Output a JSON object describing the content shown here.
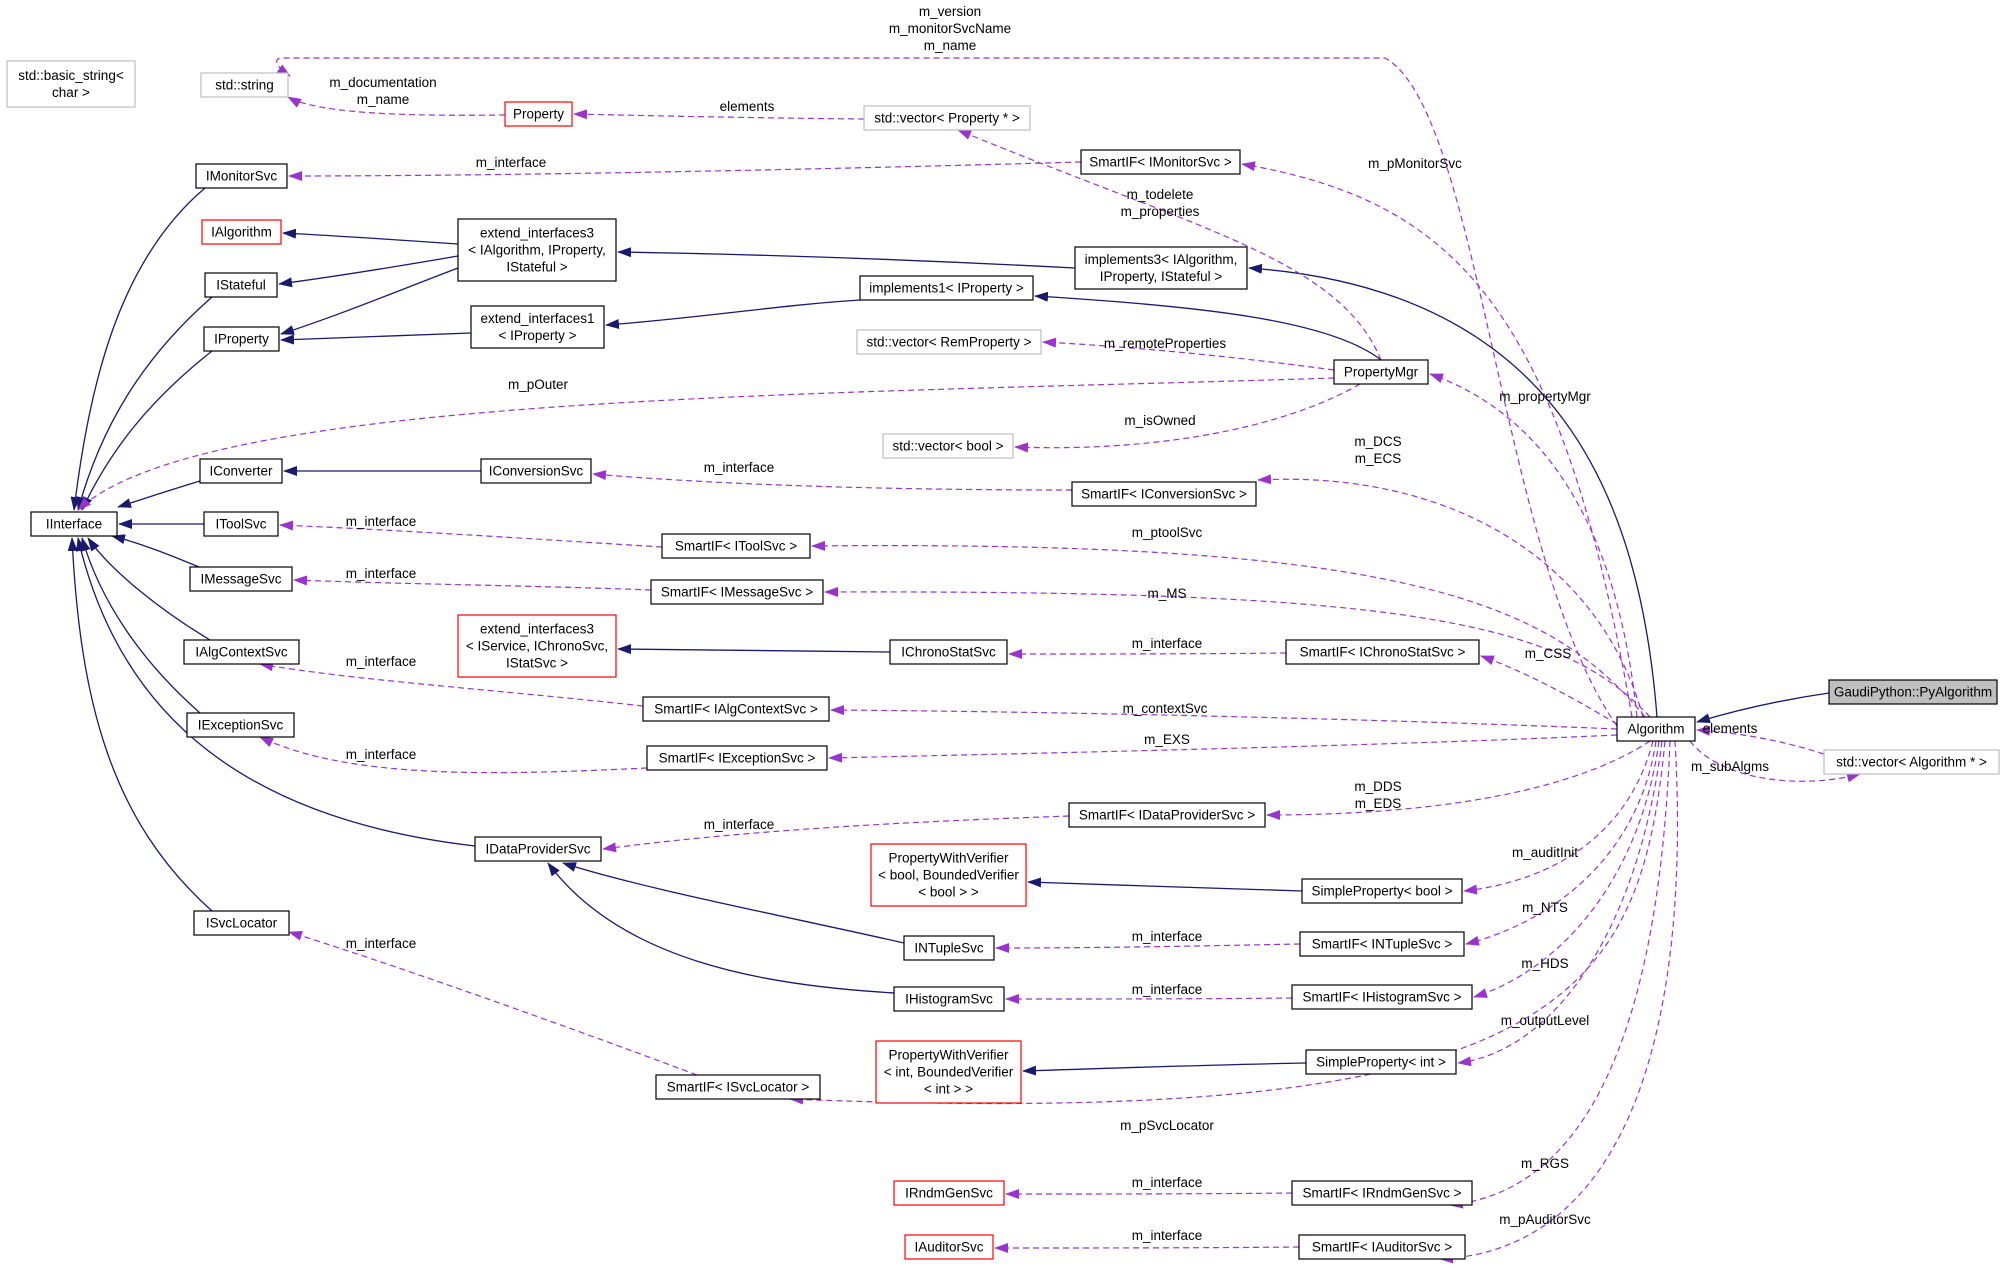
{
  "diagram": {
    "nodes": [
      {
        "id": "basic_string",
        "lines": [
          "std::basic_string<",
          "char >"
        ],
        "style": "grey"
      },
      {
        "id": "std_string",
        "lines": [
          "std::string"
        ],
        "style": "grey"
      },
      {
        "id": "Property",
        "lines": [
          "Property"
        ],
        "style": "red"
      },
      {
        "id": "vec_property",
        "lines": [
          "std::vector< Property * >"
        ],
        "style": "grey"
      },
      {
        "id": "IMonitorSvc",
        "lines": [
          "IMonitorSvc"
        ],
        "style": "black"
      },
      {
        "id": "SmartIF_IMonitorSvc",
        "lines": [
          "SmartIF< IMonitorSvc >"
        ],
        "style": "black"
      },
      {
        "id": "IAlgorithm",
        "lines": [
          "IAlgorithm"
        ],
        "style": "red"
      },
      {
        "id": "extend_interfaces3_a",
        "lines": [
          "extend_interfaces3",
          "< IAlgorithm, IProperty,",
          "IStateful >"
        ],
        "style": "black"
      },
      {
        "id": "implements3",
        "lines": [
          "implements3< IAlgorithm,",
          "IProperty, IStateful >"
        ],
        "style": "black"
      },
      {
        "id": "IStateful",
        "lines": [
          "IStateful"
        ],
        "style": "black"
      },
      {
        "id": "implements1",
        "lines": [
          "implements1< IProperty >"
        ],
        "style": "black"
      },
      {
        "id": "IProperty",
        "lines": [
          "IProperty"
        ],
        "style": "black"
      },
      {
        "id": "extend_interfaces1",
        "lines": [
          "extend_interfaces1",
          "< IProperty >"
        ],
        "style": "black"
      },
      {
        "id": "vec_remproperty",
        "lines": [
          "std::vector< RemProperty >"
        ],
        "style": "grey"
      },
      {
        "id": "PropertyMgr",
        "lines": [
          "PropertyMgr"
        ],
        "style": "black"
      },
      {
        "id": "vec_bool",
        "lines": [
          "std::vector< bool >"
        ],
        "style": "grey"
      },
      {
        "id": "IConverter",
        "lines": [
          "IConverter"
        ],
        "style": "black"
      },
      {
        "id": "IConversionSvc",
        "lines": [
          "IConversionSvc"
        ],
        "style": "black"
      },
      {
        "id": "SmartIF_IConversionSvc",
        "lines": [
          "SmartIF< IConversionSvc >"
        ],
        "style": "black"
      },
      {
        "id": "IInterface",
        "lines": [
          "IInterface"
        ],
        "style": "black"
      },
      {
        "id": "IToolSvc",
        "lines": [
          "IToolSvc"
        ],
        "style": "black"
      },
      {
        "id": "SmartIF_IToolSvc",
        "lines": [
          "SmartIF< IToolSvc >"
        ],
        "style": "black"
      },
      {
        "id": "IMessageSvc",
        "lines": [
          "IMessageSvc"
        ],
        "style": "black"
      },
      {
        "id": "SmartIF_IMessageSvc",
        "lines": [
          "SmartIF< IMessageSvc >"
        ],
        "style": "black"
      },
      {
        "id": "IAlgContextSvc",
        "lines": [
          "IAlgContextSvc"
        ],
        "style": "black"
      },
      {
        "id": "extend_interfaces3_b",
        "lines": [
          "extend_interfaces3",
          "< IService, IChronoSvc,",
          "IStatSvc >"
        ],
        "style": "red"
      },
      {
        "id": "IChronoStatSvc",
        "lines": [
          "IChronoStatSvc"
        ],
        "style": "black"
      },
      {
        "id": "SmartIF_IChronoStatSvc",
        "lines": [
          "SmartIF< IChronoStatSvc >"
        ],
        "style": "black"
      },
      {
        "id": "GaudiPython_PyAlgorithm",
        "lines": [
          "GaudiPython::PyAlgorithm"
        ],
        "style": "filled"
      },
      {
        "id": "SmartIF_IAlgContextSvc",
        "lines": [
          "SmartIF< IAlgContextSvc >"
        ],
        "style": "black"
      },
      {
        "id": "Algorithm",
        "lines": [
          "Algorithm"
        ],
        "style": "black"
      },
      {
        "id": "IExceptionSvc",
        "lines": [
          "IExceptionSvc"
        ],
        "style": "black"
      },
      {
        "id": "SmartIF_IExceptionSvc",
        "lines": [
          "SmartIF< IExceptionSvc >"
        ],
        "style": "black"
      },
      {
        "id": "vec_algorithm",
        "lines": [
          "std::vector< Algorithm * >"
        ],
        "style": "grey"
      },
      {
        "id": "SmartIF_IDataProviderSvc",
        "lines": [
          "SmartIF< IDataProviderSvc >"
        ],
        "style": "black"
      },
      {
        "id": "IDataProviderSvc",
        "lines": [
          "IDataProviderSvc"
        ],
        "style": "black"
      },
      {
        "id": "PWV_bool",
        "lines": [
          "PropertyWithVerifier",
          "< bool, BoundedVerifier",
          "< bool > >"
        ],
        "style": "red"
      },
      {
        "id": "SimpleProperty_bool",
        "lines": [
          "SimpleProperty< bool >"
        ],
        "style": "black"
      },
      {
        "id": "ISvcLocator",
        "lines": [
          "ISvcLocator"
        ],
        "style": "black"
      },
      {
        "id": "INTupleSvc",
        "lines": [
          "INTupleSvc"
        ],
        "style": "black"
      },
      {
        "id": "SmartIF_INTupleSvc",
        "lines": [
          "SmartIF< INTupleSvc >"
        ],
        "style": "black"
      },
      {
        "id": "IHistogramSvc",
        "lines": [
          "IHistogramSvc"
        ],
        "style": "black"
      },
      {
        "id": "SmartIF_IHistogramSvc",
        "lines": [
          "SmartIF< IHistogramSvc >"
        ],
        "style": "black"
      },
      {
        "id": "PWV_int",
        "lines": [
          "PropertyWithVerifier",
          "< int, BoundedVerifier",
          "< int > >"
        ],
        "style": "red"
      },
      {
        "id": "SimpleProperty_int",
        "lines": [
          "SimpleProperty< int >"
        ],
        "style": "black"
      },
      {
        "id": "SmartIF_ISvcLocator",
        "lines": [
          "SmartIF< ISvcLocator >"
        ],
        "style": "black"
      },
      {
        "id": "IRndmGenSvc",
        "lines": [
          "IRndmGenSvc"
        ],
        "style": "red"
      },
      {
        "id": "SmartIF_IRndmGenSvc",
        "lines": [
          "SmartIF< IRndmGenSvc >"
        ],
        "style": "black"
      },
      {
        "id": "IAuditorSvc",
        "lines": [
          "IAuditorSvc"
        ],
        "style": "red"
      },
      {
        "id": "SmartIF_IAuditorSvc",
        "lines": [
          "SmartIF< IAuditorSvc >"
        ],
        "style": "black"
      }
    ],
    "edge_labels": {
      "m_version_group": [
        "m_version",
        "m_monitorSvcName",
        "m_name"
      ],
      "m_documentation_group": [
        "m_documentation",
        "m_name"
      ],
      "elements_property": [
        "elements"
      ],
      "m_interface_monitor": [
        "m_interface"
      ],
      "m_pMonitorSvc": [
        "m_pMonitorSvc"
      ],
      "m_todelete_group": [
        "m_todelete",
        "m_properties"
      ],
      "m_remoteProperties": [
        "m_remoteProperties"
      ],
      "m_pOuter": [
        "m_pOuter"
      ],
      "m_propertyMgr": [
        "m_propertyMgr"
      ],
      "m_isOwned": [
        "m_isOwned"
      ],
      "m_DCS_group": [
        "m_DCS",
        "m_ECS"
      ],
      "m_interface_conversion": [
        "m_interface"
      ],
      "m_interface_tool": [
        "m_interface"
      ],
      "m_ptoolSvc": [
        "m_ptoolSvc"
      ],
      "m_interface_message": [
        "m_interface"
      ],
      "m_MS": [
        "m_MS"
      ],
      "m_interface_algcontext": [
        "m_interface"
      ],
      "m_interface_chrono": [
        "m_interface"
      ],
      "m_CSS": [
        "m_CSS"
      ],
      "m_contextSvc": [
        "m_contextSvc"
      ],
      "elements_algorithm": [
        "elements"
      ],
      "m_interface_exception": [
        "m_interface"
      ],
      "m_EXS": [
        "m_EXS"
      ],
      "m_subAlgms": [
        "m_subAlgms"
      ],
      "m_DDS_group": [
        "m_DDS",
        "m_EDS"
      ],
      "m_interface_dataprovider": [
        "m_interface"
      ],
      "m_auditInit": [
        "m_auditInit"
      ],
      "m_NTS": [
        "m_NTS"
      ],
      "m_interface_ntuple": [
        "m_interface"
      ],
      "m_HDS": [
        "m_HDS"
      ],
      "m_interface_histogram": [
        "m_interface"
      ],
      "m_interface_svclocator": [
        "m_interface"
      ],
      "m_outputLevel": [
        "m_outputLevel"
      ],
      "m_pSvcLocator": [
        "m_pSvcLocator"
      ],
      "m_RGS": [
        "m_RGS"
      ],
      "m_interface_rndm": [
        "m_interface"
      ],
      "m_pAuditorSvc": [
        "m_pAuditorSvc"
      ],
      "m_interface_auditor": [
        "m_interface"
      ]
    },
    "colors": {
      "inherit_edge": "#191970",
      "usage_edge": "#9a32cd",
      "node_border": "#000000",
      "grey_border": "#bfbfbf",
      "red_border": "#ff0000",
      "filled_node": "#bfbfbf"
    }
  }
}
